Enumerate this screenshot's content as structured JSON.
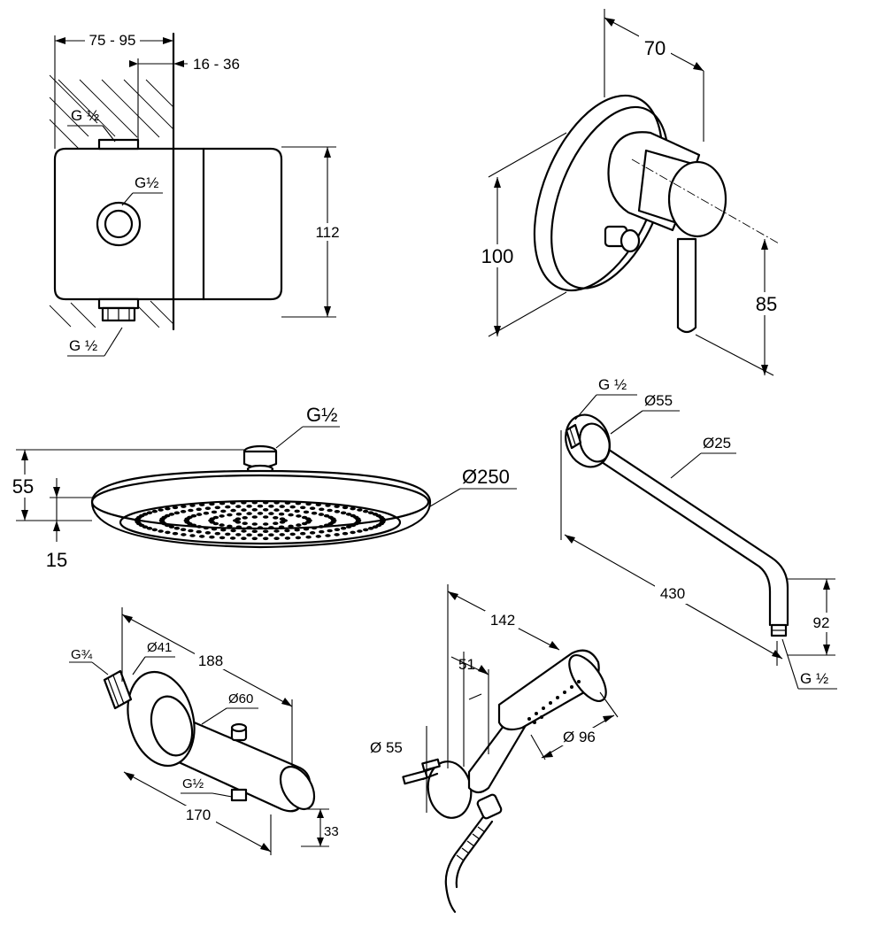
{
  "valve_box": {
    "width_range": "75 - 95",
    "depth_range": "16 - 36",
    "height": "112",
    "thread_top": "G ½",
    "thread_front": "G½",
    "thread_bottom": "G ½"
  },
  "mixer_handle": {
    "depth": "70",
    "plate_height": "100",
    "handle_height": "85"
  },
  "head_shower": {
    "thread": "G½",
    "total_height": "55",
    "plate_height": "15",
    "diameter": "Ø250"
  },
  "shower_arm": {
    "thread_top": "G ½",
    "flange_diameter": "Ø55",
    "pipe_diameter": "Ø25",
    "length": "430",
    "drop": "92",
    "thread_bottom": "G ½"
  },
  "bath_spout": {
    "thread_inlet": "G¾",
    "inner_diameter": "Ø41",
    "length_total": "188",
    "flange_diameter": "Ø60",
    "thread_outlet": "G½",
    "length_base": "170",
    "height": "33"
  },
  "hand_shower": {
    "length": "142",
    "offset": "51",
    "bracket_diameter": "Ø 55",
    "head_diameter": "Ø 96"
  }
}
